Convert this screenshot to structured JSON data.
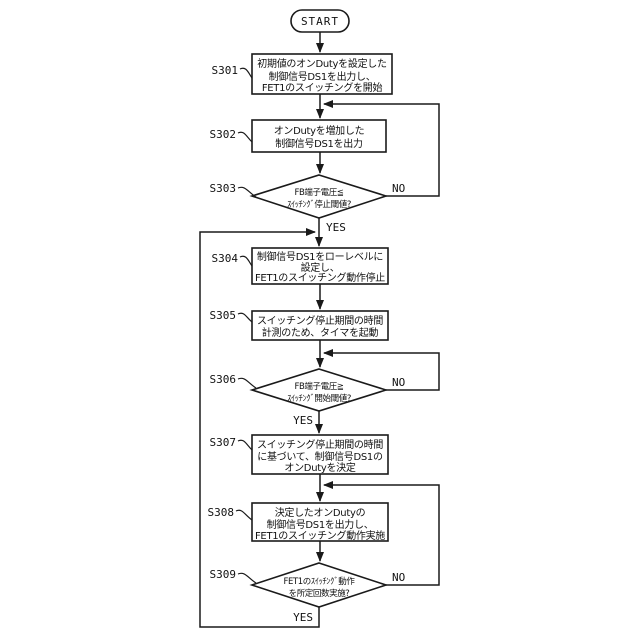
{
  "figure": {
    "type": "flowchart",
    "terminal": {
      "start": "START"
    },
    "branch_labels": {
      "yes": "YES",
      "no": "NO"
    },
    "steps": [
      {
        "id": "S301",
        "shape": "process",
        "lines": [
          "初期値のオンDutyを設定した",
          "制御信号DS1を出力し、",
          "FET1のスイッチングを開始"
        ]
      },
      {
        "id": "S302",
        "shape": "process",
        "lines": [
          "オンDutyを増加した",
          "制御信号DS1を出力"
        ]
      },
      {
        "id": "S303",
        "shape": "decision",
        "lines": [
          "FB端子電圧≦",
          "ｽｲｯﾁﾝｸﾞ停止閾値?"
        ]
      },
      {
        "id": "S304",
        "shape": "process",
        "lines": [
          "制御信号DS1をローレベルに",
          "設定し、",
          "FET1のスイッチング動作停止"
        ]
      },
      {
        "id": "S305",
        "shape": "process",
        "lines": [
          "スイッチング停止期間の時間",
          "計測のため、タイマを起動"
        ]
      },
      {
        "id": "S306",
        "shape": "decision",
        "lines": [
          "FB端子電圧≧",
          "ｽｲｯﾁﾝｸﾞ開始閾値?"
        ]
      },
      {
        "id": "S307",
        "shape": "process",
        "lines": [
          "スイッチング停止期間の時間",
          "に基づいて、制御信号DS1の",
          "オンDutyを決定"
        ]
      },
      {
        "id": "S308",
        "shape": "process",
        "lines": [
          "決定したオンDutyの",
          "制御信号DS1を出力し、",
          "FET1のスイッチング動作実施"
        ]
      },
      {
        "id": "S309",
        "shape": "decision",
        "lines": [
          "FET1のｽｲｯﾁﾝｸﾞ動作",
          "を所定回数実施?"
        ]
      }
    ],
    "colors": {
      "line": "#1a1a1a",
      "background": "#ffffff"
    }
  }
}
